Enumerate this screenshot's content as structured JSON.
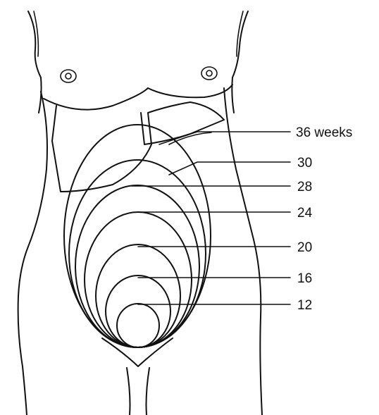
{
  "labels": [
    {
      "text": "36 weeks"
    },
    {
      "text": "30"
    },
    {
      "text": "28"
    },
    {
      "text": "24"
    },
    {
      "text": "20"
    },
    {
      "text": "16"
    },
    {
      "text": "12"
    }
  ],
  "colors": {
    "ink": "#111111",
    "background": "#ffffff"
  }
}
